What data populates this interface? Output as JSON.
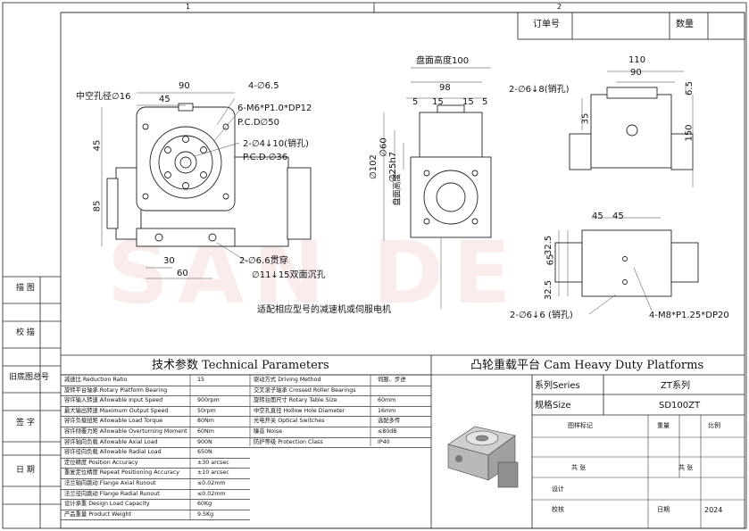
{
  "grid": {
    "col1": "1",
    "col2": "2"
  },
  "order": {
    "order_no": "订单号",
    "qty": "数量"
  },
  "left_strip": {
    "trace": "描 图",
    "check": "校 描",
    "old_doc_no": "旧底图总号",
    "sign": "签 字",
    "date": "日 期"
  },
  "front_view": {
    "dim_90": "90",
    "dim_45": "45",
    "hollow": "中空孔径∅16",
    "phi65": "4-∅6.5",
    "m6": "6-M6*P1.0*DP12",
    "pcd50": "P.C.D∅50",
    "pin4": "2-∅4↓10(销孔)",
    "pcd36": "P.C.D.∅36",
    "left_45": "45",
    "left_85": "85",
    "bottom_30": "30",
    "bottom_60": "60",
    "thru": "2-∅6.6贯穿",
    "cbore": "∅11↓15双面沉孔"
  },
  "side_view": {
    "table_h": "盘面高度100",
    "d98": "98",
    "d5a": "5",
    "d15a": "15",
    "d15b": "15",
    "d5b": "5",
    "d102": "∅102",
    "d60": "∅60",
    "d25h7": "∅25h7",
    "table_surface": "盘面高度",
    "motor_note": "适配相应型号的减速机或伺服电机"
  },
  "top_right": {
    "d110": "110",
    "d90": "90",
    "d65": "6.5",
    "pin8": "2-∅6↓8(销孔)",
    "d35": "35",
    "d150": "150"
  },
  "bottom_right": {
    "d45a": "45",
    "d45b": "45",
    "d325a": "32.5",
    "d65": "65",
    "d325b": "32.5",
    "pin6": "2-∅6↓6 (销孔)",
    "m8": "4-M8*P1.25*DP20"
  },
  "params": {
    "title": "技术参数  Technical Parameters",
    "left_rows": [
      {
        "label": "减速比  Reduction Ratio",
        "value": "15"
      },
      {
        "label": "旋转平台轴承  Rotary Platform Bearing",
        "value": ""
      },
      {
        "label": "容许输入转速  Allowable Input Speed",
        "value": "900rpm"
      },
      {
        "label": "最大输出转速  Maximum Output Speed",
        "value": "50rpm"
      },
      {
        "label": "容许负载扭矩  Allowable Load Torque",
        "value": "80Nm"
      },
      {
        "label": "容许倾覆力矩  Allowable Overturning Moment",
        "value": "60Nm"
      },
      {
        "label": "容许轴向负载  Allowable Axial Load",
        "value": "900N"
      },
      {
        "label": "容许径向负载  Allowable Radial Load",
        "value": "650N"
      },
      {
        "label": "定位精度  Position Accuracy",
        "value": "±30 arcsec"
      },
      {
        "label": "重复定位精度  Repeat Positioning Accuracy",
        "value": "±10 arcsec"
      },
      {
        "label": "法兰轴向跳动  Flange Axial Runout",
        "value": "≤0.02mm"
      },
      {
        "label": "法兰径向跳动  Flange Radial Runout",
        "value": "≤0.02mm"
      },
      {
        "label": "设计承重  Design Load Capacity",
        "value": "60Kg"
      },
      {
        "label": "产品重量  Product Weight",
        "value": "9.5Kg"
      }
    ],
    "right_rows": [
      {
        "label": "驱动方式  Driving Method",
        "value": "伺服、步进"
      },
      {
        "label": "交叉滚子轴承  Crossed Roller Bearings",
        "value": ""
      },
      {
        "label": "旋转台面尺寸  Rotary Table Size",
        "value": "60mm"
      },
      {
        "label": "中空孔直径  Hollow Hole Diameter",
        "value": "16mm"
      },
      {
        "label": "光电开关  Optical Switches",
        "value": "选配多传"
      },
      {
        "label": "噪音  Noise",
        "value": "≤80dB"
      },
      {
        "label": "防护等级  Protection Class",
        "value": "IP40"
      }
    ]
  },
  "product": {
    "title": "凸轮重载平台 Cam Heavy Duty Platforms",
    "series_label": "系列Series",
    "series_value": "ZT系列",
    "size_label": "规格Size",
    "size_value": "SD100ZT",
    "mark": "图样标记",
    "weight": "重量",
    "ratio": "比例",
    "total_a": "共    张",
    "total_b": "共    张",
    "design": "设计",
    "review": "校核",
    "date_label": "日期",
    "year": "2024"
  },
  "watermark": "SAN DE"
}
